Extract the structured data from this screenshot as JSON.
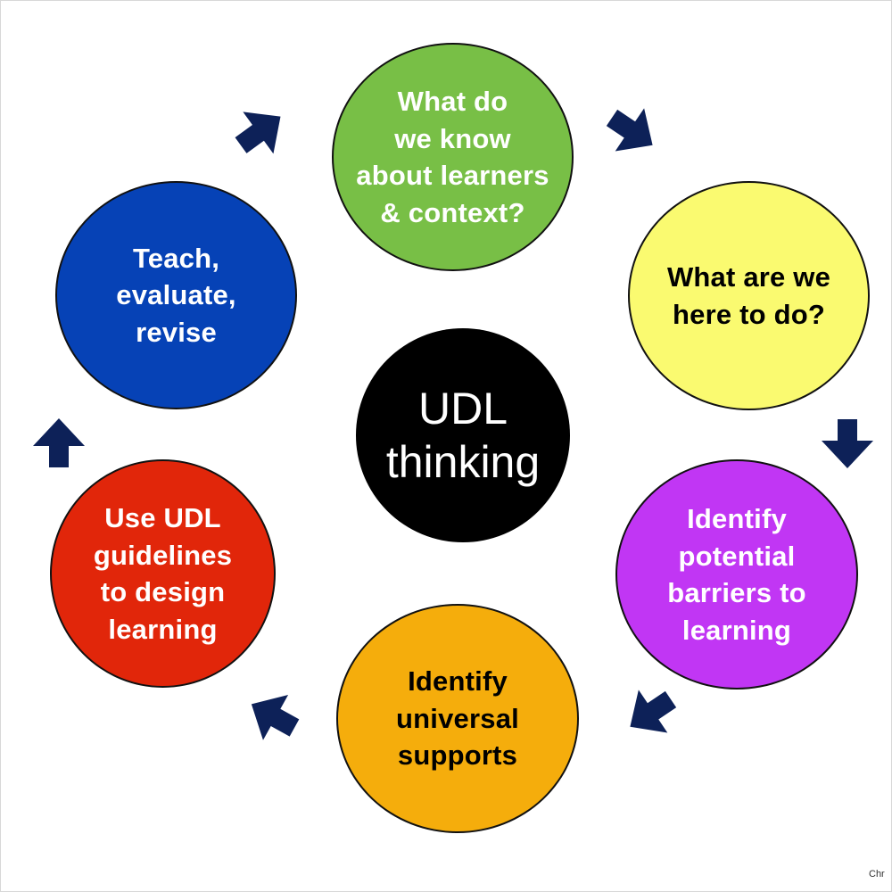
{
  "center": {
    "label": "UDL\nthinking",
    "color": "#000000",
    "text_color": "#ffffff"
  },
  "steps": [
    {
      "label": "What do\nwe know\nabout learners\n& context?",
      "color": "#78bf46",
      "text_color": "#ffffff"
    },
    {
      "label": "What are we\nhere to do?",
      "color": "#fafa70",
      "text_color": "#000000"
    },
    {
      "label": "Identify\npotential\nbarriers to\nlearning",
      "color": "#c136f4",
      "text_color": "#ffffff"
    },
    {
      "label": "Identify\nuniversal\nsupports",
      "color": "#f5ad0c",
      "text_color": "#000000"
    },
    {
      "label": "Use UDL\nguidelines\nto design\nlearning",
      "color": "#e1260a",
      "text_color": "#ffffff"
    },
    {
      "label": "Teach,\nevaluate,\nrevise",
      "color": "#0642b6",
      "text_color": "#ffffff"
    }
  ],
  "arrow_color": "#0d2158",
  "credit": "Chr"
}
